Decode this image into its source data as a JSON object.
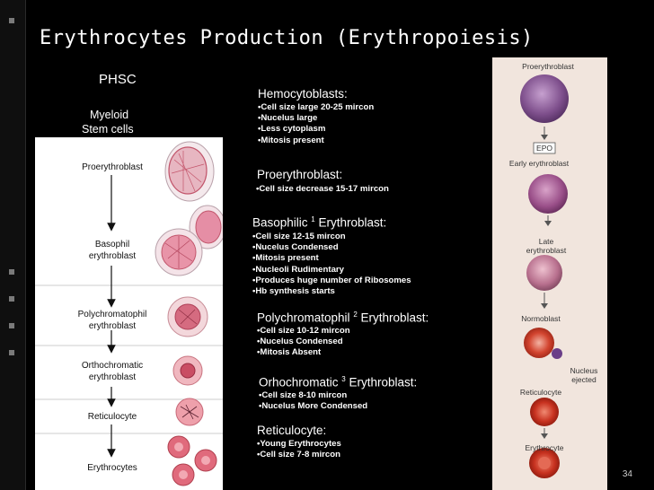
{
  "slide": {
    "title": "Erythrocytes Production (Erythropoiesis)",
    "phsc": "PHSC",
    "myeloid_line1": "Myeloid",
    "myeloid_line2": "Stem cells",
    "page_number": "34"
  },
  "stages": [
    {
      "heading": "Hemocytoblasts:",
      "sup": "",
      "heading_suffix": "",
      "bullets": [
        "Cell size large 20-25 mircon",
        "Nucelus large",
        "Less cytoplasm",
        "Mitosis present"
      ]
    },
    {
      "heading": "Proerythroblast:",
      "sup": "",
      "heading_suffix": "",
      "bullets": [
        "Cell size decrease 15-17 mircon"
      ]
    },
    {
      "heading": "Basophilic ",
      "sup": "1",
      "heading_suffix": " Erythroblast:",
      "bullets": [
        "Cell size 12-15 mircon",
        "Nucelus Condensed",
        "Mitosis present",
        "Nucleoli Rudimentary",
        "Produces huge number of Ribosomes",
        "Hb synthesis starts"
      ]
    },
    {
      "heading": "Polychromatophil ",
      "sup": "2",
      "heading_suffix": " Erythroblast:",
      "bullets": [
        "Cell size 10-12 mircon",
        "Nucelus Condensed",
        "Mitosis Absent"
      ]
    },
    {
      "heading": "Orhochromatic ",
      "sup": "3",
      "heading_suffix": " Erythroblast:",
      "bullets": [
        "Cell size 8-10 mircon",
        "Nucelus More Condensed"
      ]
    },
    {
      "heading": "Reticulocyte:",
      "sup": "",
      "heading_suffix": "",
      "bullets": [
        "Young Erythrocytes",
        "Cell size 7-8 mircon"
      ]
    }
  ],
  "left_diagram": {
    "labels": [
      "Proerythroblast",
      "Basophil",
      "erythroblast",
      "Polychromatophil",
      "erythroblast",
      "Orthochromatic",
      "erythroblast",
      "Reticulocyte",
      "Erythrocytes"
    ]
  },
  "right_diagram": {
    "labels": [
      "Proerythroblast",
      "EPO",
      "Early erythroblast",
      "Late",
      "erythroblast",
      "Normoblast",
      "Nucleus",
      "ejected",
      "Reticulocyte",
      "Erythrocyte"
    ]
  },
  "colors": {
    "background": "#000000",
    "text": "#ffffff",
    "accent_bar": "#0f0f0f"
  }
}
